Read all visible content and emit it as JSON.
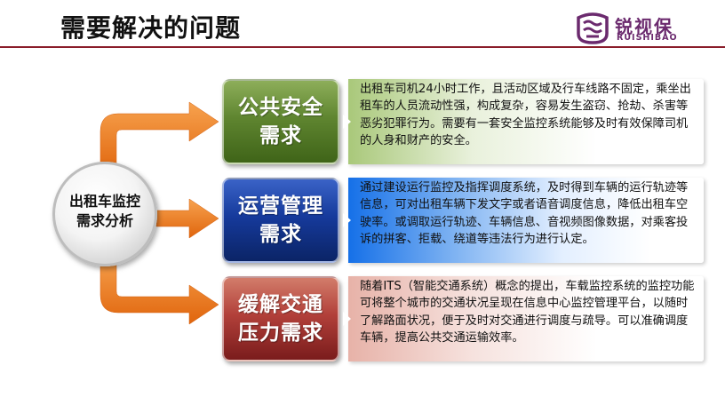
{
  "header": {
    "title": "需要解决的问题",
    "logo_name": "锐视保",
    "logo_sub": "RUISHIBAO",
    "accent": "#8a1d2a"
  },
  "center": {
    "line1": "出租车监控",
    "line2": "需求分析"
  },
  "items": [
    {
      "line1": "公共安全",
      "line2": "需求",
      "description": "出租车司机24小时工作，且活动区域及行车线路不固定，乘坐出租车的人员流动性强，构成复杂，容易发生盗窃、抢劫、杀害等恶劣犯罪行为。需要有一套安全监控系统能够及时有效保障司机的人身和财产的安全。",
      "color": "#5f8530"
    },
    {
      "line1": "运营管理",
      "line2": "需求",
      "description": "通过建设运行监控及指挥调度系统，及时得到车辆的运行轨迹等信息，可对出租车辆下发文字或者语音调度信息，降低出租车空驶率。或调取运行轨迹、车辆信息、音视频图像数据，对乘客投诉的拼客、拒载、绕道等违法行为进行认定。",
      "color": "#163a9c"
    },
    {
      "line1": "缓解交通",
      "line2": "压力需求",
      "description": "随着ITS（智能交通系统）概念的提出，车载监控系统的监控功能可将整个城市的交通状况呈现在信息中心监控管理平台，以随时了解路面状况，便于及时对交通进行调度与疏导。可以准确调度车辆，提高公共交通运输效率。",
      "color": "#b2403a"
    }
  ],
  "colors": {
    "arrow": "#ea7419"
  }
}
